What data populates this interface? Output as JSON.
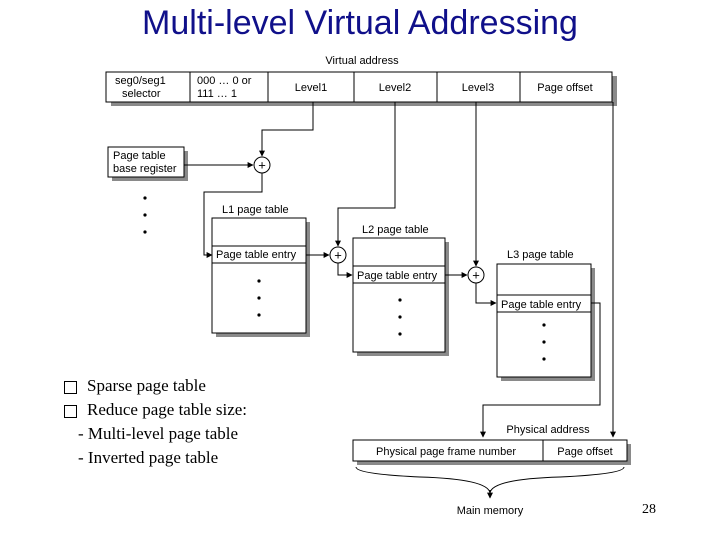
{
  "title": "Multi-level Virtual Addressing",
  "diagram": {
    "virtual_address_label": "Virtual address",
    "va_fields": {
      "selector_line1": "seg0/seg1",
      "selector_line2": "selector",
      "value_line1": "000 … 0 or",
      "value_line2": "111 … 1",
      "level1": "Level1",
      "level2": "Level2",
      "level3": "Level3",
      "page_offset": "Page offset"
    },
    "base_register_line1": "Page table",
    "base_register_line2": "base register",
    "adder_symbol": "+",
    "l1_table_label": "L1  page table",
    "l2_table_label": "L2  page table",
    "l3_table_label": "L3  page table",
    "entry_label": "Page table entry",
    "physical_address_label": "Physical address",
    "pa_fields": {
      "frame_number": "Physical page frame number",
      "page_offset": "Page offset"
    },
    "main_memory_label": "Main memory"
  },
  "bullets": {
    "item1": "Sparse page table",
    "item2": "Reduce page table size:",
    "sub1": "- Multi-level page table",
    "sub2": "- Inverted page table"
  },
  "page_number": "28"
}
